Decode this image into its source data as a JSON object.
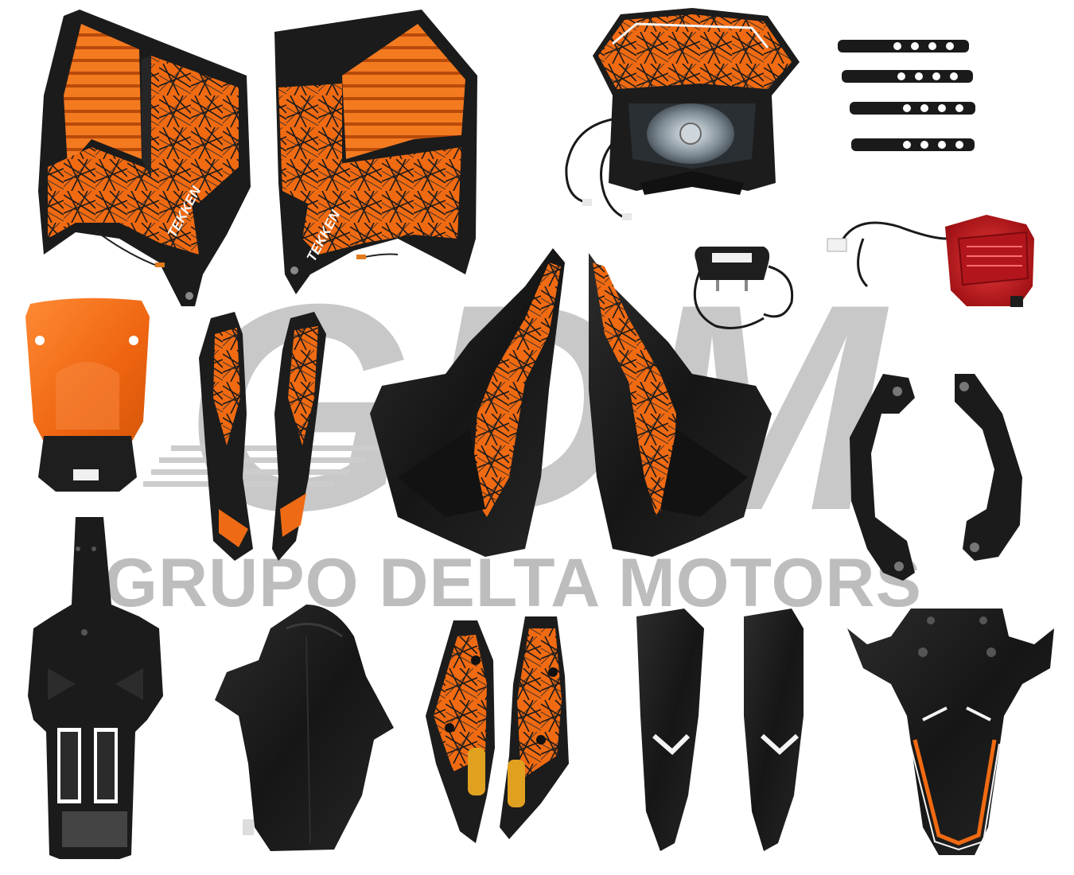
{
  "watermark": {
    "logo_letters": "GDM",
    "company_name": "GRUPO DELTA MOTORS",
    "color": "#b4b4b4"
  },
  "decal": {
    "brand_mark": "TEKKEN"
  },
  "colors": {
    "background": "#ffffff",
    "plastic_black": "#1c1c1c",
    "accent_orange": "#f06a12",
    "light_red": "#c0161e",
    "amber_reflector": "#e0a020"
  },
  "parts": [
    "left-radiator-shroud",
    "right-radiator-shroud",
    "headlight-mask",
    "mounting-straps",
    "license-plate-light",
    "tail-light",
    "rear-seat-cowl",
    "left-side-panel",
    "right-side-panel",
    "left-tank-cover",
    "right-tank-cover",
    "grab-rails",
    "under-seat-tray",
    "front-fender",
    "front-side-covers",
    "fork-guards",
    "rear-fender"
  ]
}
